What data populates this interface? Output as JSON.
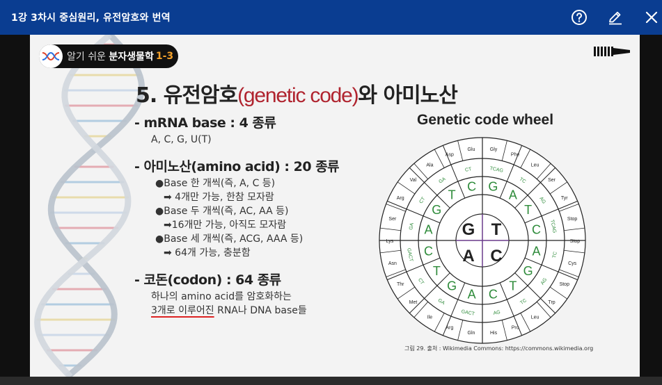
{
  "window": {
    "title": "1강 3차시 중심원리, 유전암호와 번역",
    "help_icon": "question-circle-icon",
    "edit_icon": "pencil-icon",
    "close_icon": "close-icon",
    "bar_color": "#0a3d91"
  },
  "slide": {
    "badge": {
      "prefix": "알기 쉬운 ",
      "course": "분자생물학",
      "number": "1-3"
    },
    "heading": {
      "main": "5. 유전암호",
      "red": "(genetic code)",
      "tail": "와 아미노산"
    },
    "sections": [
      {
        "title": "- mRNA base : 4 종류",
        "lines": [
          {
            "text": "A, C, G, U(T)",
            "level": 1
          }
        ]
      },
      {
        "title": "- 아미노산(amino acid) : 20 종류",
        "lines": [
          {
            "text": "●Base 한 개씩(즉, A, C 등)",
            "level": 2
          },
          {
            "text": "➡ 4개만 가능, 한참 모자람",
            "level": 3
          },
          {
            "text": "●Base 두 개씩(즉, AC, AA 등)",
            "level": 2
          },
          {
            "text": "➡16개만 가능, 아직도 모자람",
            "level": 3
          },
          {
            "text": "●Base 세 개씩(즉, ACG, AAA 등)",
            "level": 2
          },
          {
            "text": "➡ 64개 가능, 충분함",
            "level": 3
          }
        ]
      },
      {
        "title": "- 코돈(codon) : 64 종류",
        "lines": [
          {
            "text": "하나의 amino acid를 암호화하는",
            "level": 1
          },
          {
            "text_underlined": "3개로 이루어진",
            "text": " RNA나 DNA base들",
            "level": 1
          }
        ]
      }
    ],
    "wheel": {
      "title": "Genetic code wheel",
      "center": [
        "G",
        "T",
        "A",
        "C"
      ],
      "ring2": [
        "G",
        "A",
        "T",
        "C",
        "A",
        "G",
        "T",
        "C",
        "A",
        "G",
        "T",
        "C",
        "A",
        "G",
        "T",
        "C"
      ],
      "ring3_labels": [
        "TCAG",
        "TC",
        "AG",
        "TCAG",
        "TC",
        "AG",
        "TC",
        "AG",
        "GACT",
        "GA",
        "CT",
        "GACT",
        "GA",
        "CT",
        "GA",
        "CT"
      ],
      "amino_acids": [
        "Gly",
        "Phe",
        "Leu",
        "Ser",
        "Tyr",
        "Stop",
        "Stop",
        "Cys",
        "Stop",
        "Trp",
        "Leu",
        "Pro",
        "His",
        "Gln",
        "Arg",
        "Ile",
        "Met",
        "Thr",
        "Asn",
        "Lys",
        "Ser",
        "Arg",
        "Val",
        "Ala",
        "Asp",
        "Glu"
      ],
      "caption": "그림 29. 출처 : Wikimedia Commons: https://commons.wikimedia.org",
      "accent_green": "#2e8b3a",
      "accent_purple": "#6a3a8a"
    }
  }
}
